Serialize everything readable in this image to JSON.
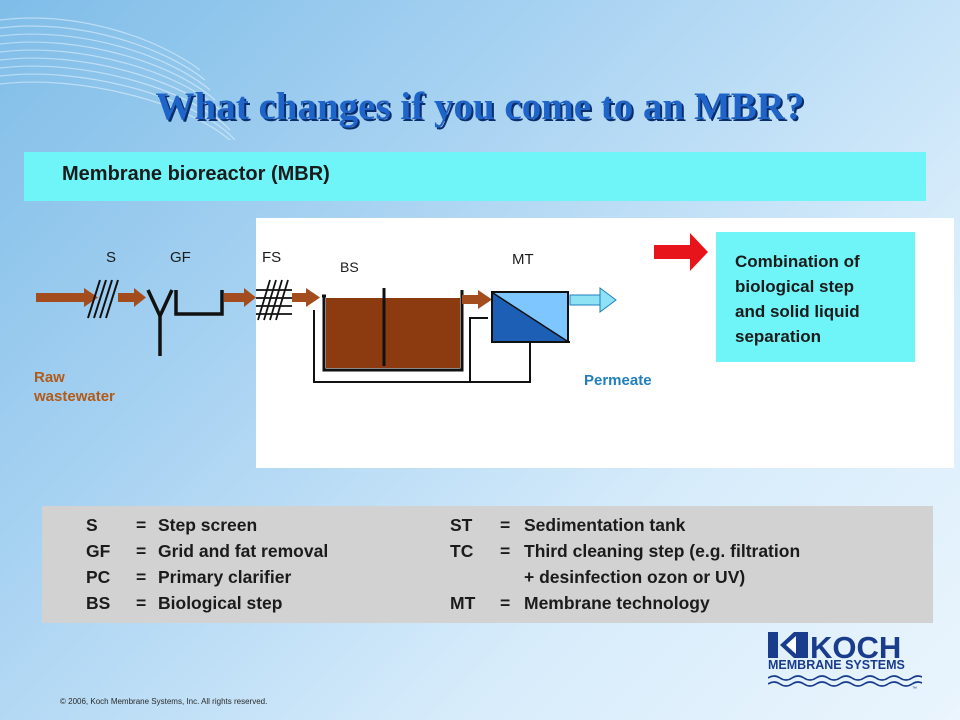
{
  "slide": {
    "title": "What changes if you come to an MBR?",
    "header": "Membrane bioreactor (MBR)",
    "copyright": "© 2006, Koch Membrane Systems, Inc. All rights reserved."
  },
  "diagram": {
    "labels": {
      "s": "S",
      "gf": "GF",
      "fs": "FS",
      "bs": "BS",
      "mt": "MT"
    },
    "raw_wastewater": [
      "Raw",
      "wastewater"
    ],
    "permeate": "Permeate",
    "combination_lines": [
      "Combination of",
      "biological step",
      "and solid liquid",
      "separation"
    ]
  },
  "legend": {
    "left": [
      {
        "abbr": "S",
        "eq": "=",
        "desc": "Step screen"
      },
      {
        "abbr": "GF",
        "eq": "=",
        "desc": "Grid and fat removal"
      },
      {
        "abbr": "PC",
        "eq": "=",
        "desc": "Primary clarifier"
      },
      {
        "abbr": "BS",
        "eq": "=",
        "desc": "Biological step"
      }
    ],
    "right": [
      {
        "abbr": "ST",
        "eq": "=",
        "desc": "Sedimentation tank"
      },
      {
        "abbr": "TC",
        "eq": "=",
        "desc": "Third cleaning step (e.g. filtration"
      },
      {
        "abbr": "",
        "eq": "",
        "desc": "+ desinfection ozon or UV)"
      },
      {
        "abbr": "MT",
        "eq": "=",
        "desc": "Membrane technology"
      }
    ]
  },
  "logo": {
    "name": "KOCH",
    "subtitle": "MEMBRANE SYSTEMS",
    "tm": "™"
  },
  "colors": {
    "title": "#1f64c8",
    "header_bar": "#6ff4f8",
    "raw_label": "#b25a17",
    "permeate_label": "#1f7fbf",
    "arrow_red": "#e8141b",
    "tank_fill": "#8c3b10",
    "membrane_blue": "#1c5fb5",
    "logo_blue": "#1a3c8c"
  }
}
